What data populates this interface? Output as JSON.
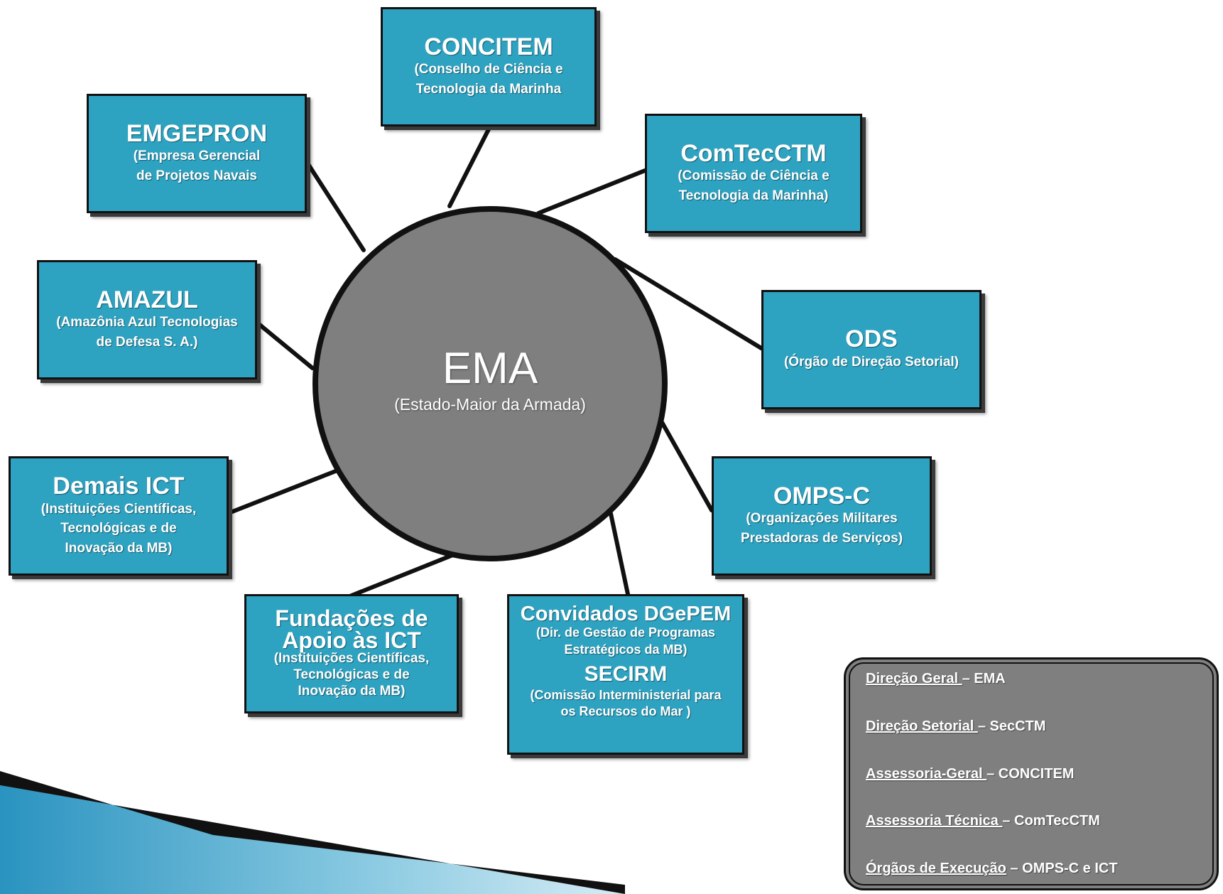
{
  "center": {
    "title": "EMA",
    "subtitle": "(Estado-Maior da Armada)"
  },
  "nodes": {
    "concitem": {
      "title": "CONCITEM",
      "subtitle": "(Conselho de Ciência e\nTecnologia da Marinha"
    },
    "emgepron": {
      "title": "EMGEPRON",
      "subtitle": "(Empresa Gerencial\nde Projetos Navais"
    },
    "comtecctm": {
      "title": "ComTecCTM",
      "subtitle": "(Comissão de Ciência e\nTecnologia da Marinha)"
    },
    "amazul": {
      "title": "AMAZUL",
      "subtitle": "(Amazônia Azul Tecnologias\nde Defesa S. A.)"
    },
    "ods": {
      "title": "ODS",
      "subtitle": "(Órgão de Direção Setorial)"
    },
    "demais_ict": {
      "title": "Demais ICT",
      "subtitle": "(Instituições Científicas,\nTecnológicas e de\nInovação da MB)"
    },
    "ompsc": {
      "title": "OMPS-C",
      "subtitle": "(Organizações Militares\nPrestadoras de Serviços)"
    },
    "fundacoes": {
      "title": "Fundações de\nApoio às ICT",
      "subtitle": "(Instituições Científicas,\nTecnológicas e de\nInovação da MB)"
    },
    "convidados": {
      "title": "Convidados DGePEM",
      "subtitle": "(Dir. de Gestão de Programas\nEstratégicos da MB)",
      "title2": "SECIRM",
      "subtitle2": "(Comissão Interministerial para\nos Recursos do Mar )"
    }
  },
  "legend": [
    {
      "label": "Direção Geral ",
      "value": "– EMA"
    },
    {
      "label": "Direção Setorial ",
      "value": "– SecCTM"
    },
    {
      "label": "Assessoria-Geral ",
      "value": "– CONCITEM"
    },
    {
      "label": "Assessoria Técnica ",
      "value": "– ComTecCTM"
    },
    {
      "label": "Órgãos de Execução",
      "value": " – OMPS-C e ICT"
    }
  ],
  "colors": {
    "box_fill": "#2ea3c1",
    "circle_fill": "#7f7f7f",
    "legend_fill": "#7f7f7f",
    "line": "#111111"
  }
}
